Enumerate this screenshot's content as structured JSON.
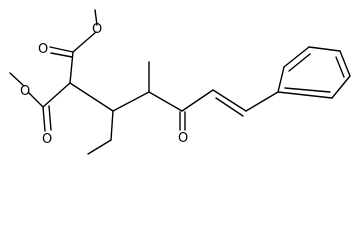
{
  "diagram": {
    "type": "skeletal-structure",
    "atom_labels": {
      "o_ester_top_carbonyl": "O",
      "o_ester_top_ether": "O",
      "o_ester_left_carbonyl": "O",
      "o_ester_left_ether": "O",
      "o_ketone": "O"
    },
    "line_color": "#000000",
    "background": "#ffffff"
  }
}
